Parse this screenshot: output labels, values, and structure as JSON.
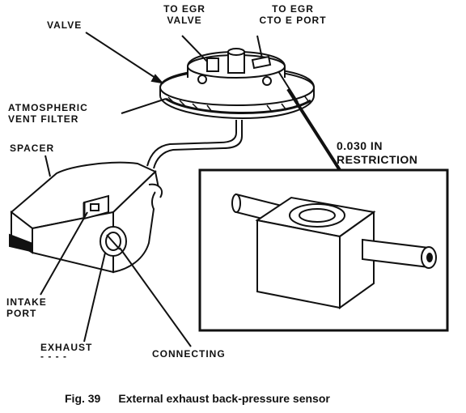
{
  "labels": {
    "valve": "VALVE",
    "to_egr_valve_line1": "TO EGR",
    "to_egr_valve_line2": "VALVE",
    "to_egr_port_line1": "TO EGR",
    "to_egr_port_line2": "CTO E PORT",
    "atmospheric_line1": "ATMOSPHERIC",
    "atmospheric_line2": "VENT FILTER",
    "spacer": "SPACER",
    "restriction_line1": "0.030 IN",
    "restriction_line2": "RESTRICTION",
    "intake_line1": "INTAKE",
    "intake_line2": "PORT",
    "exhaust": "EXHAUST",
    "exhaust_under": "- - - -",
    "connecting": "CONNECTING"
  },
  "caption": {
    "figure_number": "Fig. 39",
    "text": "External exhaust back-pressure sensor"
  }
}
